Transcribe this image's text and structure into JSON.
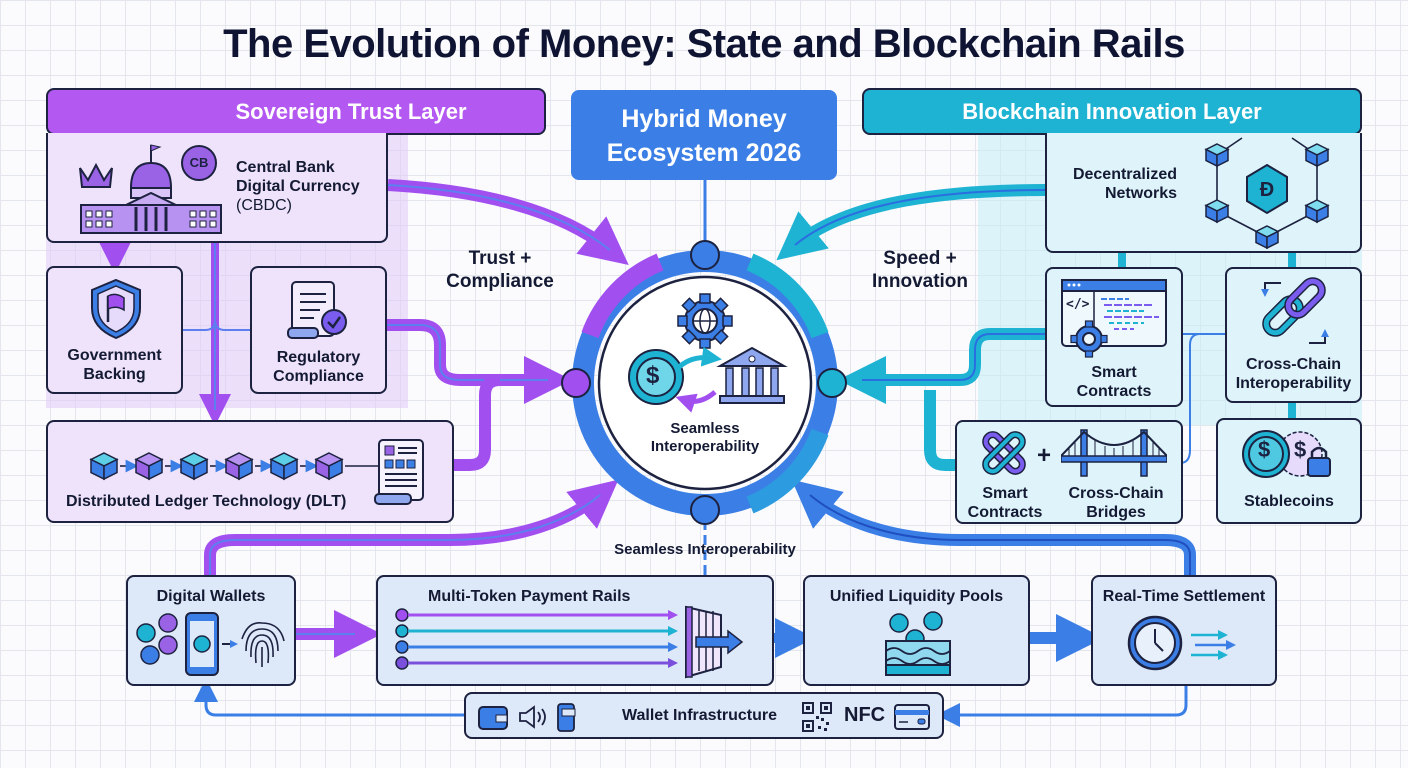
{
  "title": "The Evolution of Money: State and Blockchain Rails",
  "colors": {
    "purple": "#a24ff0",
    "cyan": "#1fb3d3",
    "blue": "#3b7fe6",
    "dark": "#1c2240"
  },
  "sovereign": {
    "header": "Sovereign Trust Layer",
    "cbdc": {
      "line1": "Central Bank",
      "line2": "Digital Currency",
      "line3": "(CBDC)",
      "icon": "capitol-building-icon",
      "badge": "CB"
    },
    "gov": {
      "line1": "Government",
      "line2": "Backing",
      "icon": "shield-flag-icon"
    },
    "reg": {
      "line1": "Regulatory",
      "line2": "Compliance",
      "icon": "scroll-check-icon"
    },
    "dlt": {
      "label": "Distributed Ledger Technology (DLT)",
      "icon": "block-chain-icon"
    }
  },
  "center": {
    "header_line1": "Hybrid Money",
    "header_line2": "Ecosystem 2026",
    "hub_line1": "Seamless",
    "hub_line2": "Interoperability",
    "below_hub": "Seamless Interoperability",
    "left_caption_line1": "Trust +",
    "left_caption_line2": "Compliance",
    "right_caption_line1": "Speed +",
    "right_caption_line2": "Innovation"
  },
  "blockchain": {
    "header": "Blockchain Innovation Layer",
    "network": {
      "line1": "Decentralized",
      "line2": "Networks",
      "icon": "hex-network-icon",
      "glyph": "Đ"
    },
    "smart": {
      "line1": "Smart",
      "line2": "Contracts",
      "icon": "code-gear-icon",
      "code": "</>"
    },
    "crosschain": {
      "line1": "Cross-Chain",
      "line2": "Interoperability",
      "icon": "chain-link-icon"
    },
    "combo": {
      "left_line1": "Smart",
      "left_line2": "Contracts",
      "plus": "+",
      "right_line1": "Cross-Chain",
      "right_line2": "Bridges"
    },
    "stable": {
      "label": "Stablecoins",
      "icon": "coin-lock-icon"
    }
  },
  "bottom": {
    "wallets": "Digital Wallets",
    "rails": "Multi-Token Payment Rails",
    "pools": "Unified Liquidity Pools",
    "settlement": "Real-Time Settlement",
    "infra": "Wallet Infrastructure",
    "nfc": "NFC",
    "dollar": "$"
  }
}
